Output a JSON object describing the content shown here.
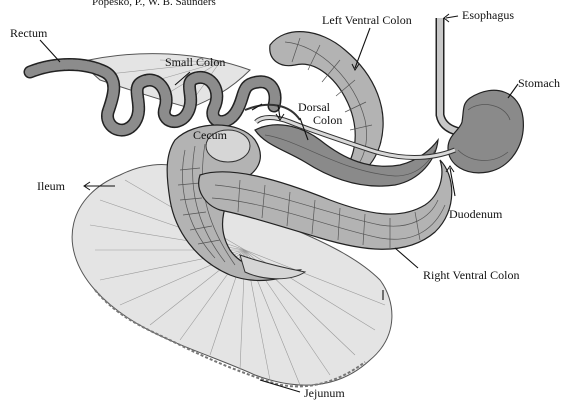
{
  "caption": "Popesko, P., W. B. Saunders",
  "labels": {
    "rectum": "Rectum",
    "small_colon": "Small Colon",
    "left_ventral_colon": "Left Ventral Colon",
    "esophagus": "Esophagus",
    "stomach": "Stomach",
    "dorsal_colon_line1": "Dorsal",
    "dorsal_colon_line2": "Colon",
    "cecum": "Cecum",
    "ileum": "Ileum",
    "duodenum": "Duodenum",
    "right_ventral_colon": "Right Ventral Colon",
    "jejunum": "Jejunum"
  }
}
